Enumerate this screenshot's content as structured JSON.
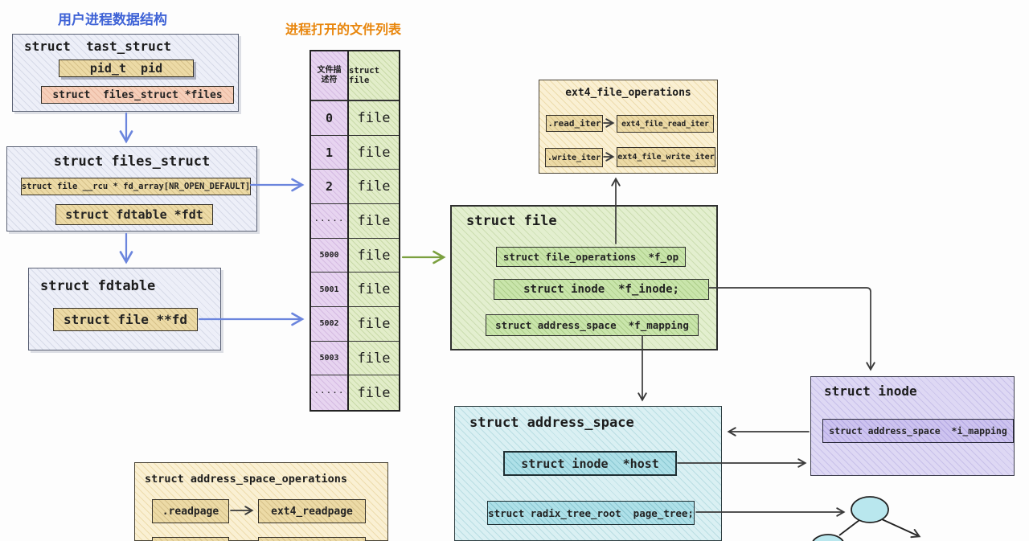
{
  "colors": {
    "title_blue": "#3f63d6",
    "title_orange": "#e8860d",
    "arrow_blue": "#6b85dd",
    "arrow_green": "#7ba03f",
    "arrow_dark": "#3a3a3a"
  },
  "titles": {
    "user_process": "用户进程数据结构",
    "open_files": "进程打开的文件列表"
  },
  "task_struct": {
    "title": "struct  tast_struct",
    "pid_field": "pid_t  pid",
    "files_field": "struct  files_struct *files"
  },
  "files_struct": {
    "title": "struct files_struct",
    "fd_array_field": "struct file __rcu * fd_array[NR_OPEN_DEFAULT]",
    "fdt_field": "struct fdtable *fdt"
  },
  "fdtable": {
    "title": "struct fdtable",
    "fd_field": "struct file **fd"
  },
  "fd_table": {
    "header_fd": "文件描述符",
    "header_file": "struct file",
    "rows": [
      {
        "fd": "0",
        "file": "file"
      },
      {
        "fd": "1",
        "file": "file"
      },
      {
        "fd": "2",
        "file": "file"
      },
      {
        "fd": "·····",
        "file": "file"
      },
      {
        "fd": "5000",
        "file": "file"
      },
      {
        "fd": "5001",
        "file": "file"
      },
      {
        "fd": "5002",
        "file": "file"
      },
      {
        "fd": "5003",
        "file": "file"
      },
      {
        "fd": "·····",
        "file": "file"
      }
    ]
  },
  "ext4_file_operations": {
    "title": "ext4_file_operations",
    "read_op": ".read_iter",
    "read_impl": "ext4_file_read_iter",
    "write_op": ".write_iter",
    "write_impl": "ext4_file_write_iter"
  },
  "struct_file": {
    "title": "struct file",
    "f_op_field": "struct file_operations  *f_op",
    "f_inode_field": "struct inode  *f_inode;",
    "f_mapping_field": "struct address_space  *f_mapping"
  },
  "struct_inode": {
    "title": "struct inode",
    "i_mapping_field": "struct address_space  *i_mapping"
  },
  "struct_address_space": {
    "title": "struct address_space",
    "host_field": "struct inode  *host",
    "page_tree_field": "struct radix_tree_root  page_tree;"
  },
  "address_space_operations": {
    "title": "struct address_space_operations",
    "readpage_op": ".readpage",
    "readpage_impl": "ext4_readpage"
  }
}
